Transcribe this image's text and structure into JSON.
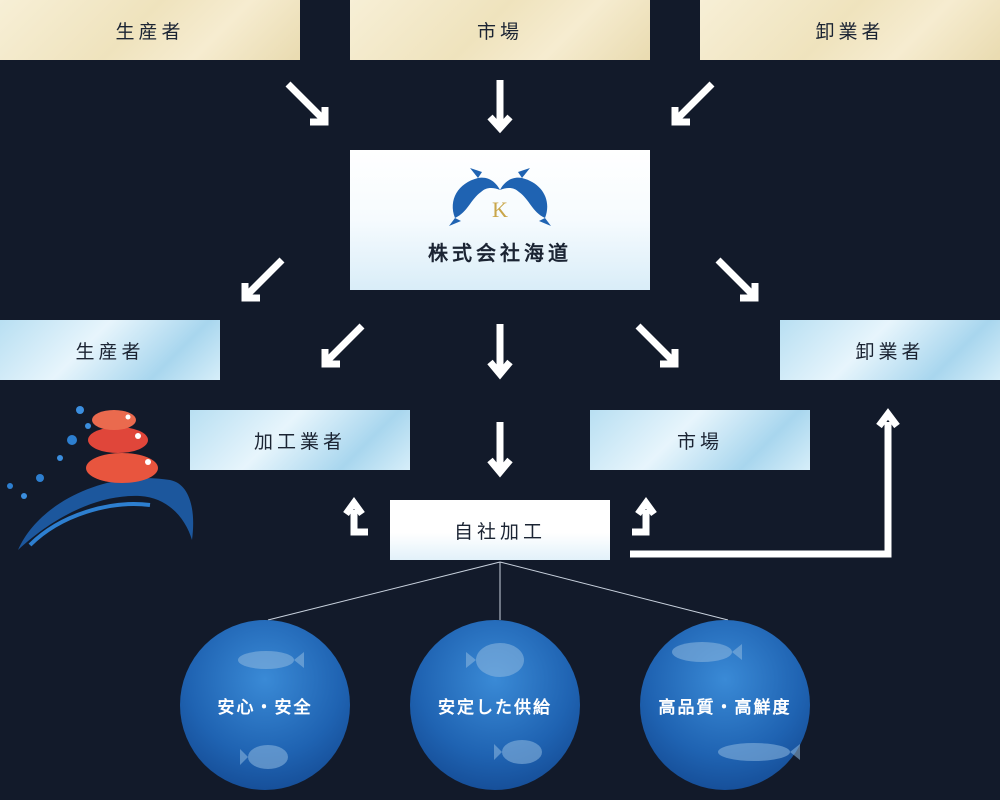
{
  "top_row": {
    "producer": "生産者",
    "market": "市場",
    "wholesaler": "卸業者"
  },
  "company": {
    "logo_letter": "K",
    "name": "株式会社海道"
  },
  "middle_row": {
    "producer": "生産者",
    "wholesaler": "卸業者"
  },
  "lower_row": {
    "processor": "加工業者",
    "market": "市場"
  },
  "in_house": "自社加工",
  "benefits": [
    "安心・安全",
    "安定した供給",
    "高品質・高鮮度"
  ],
  "colors": {
    "background": "#121a2a",
    "arrow": "#ffffff",
    "gold": "#f3e8c8",
    "logo_gold": "#c9a64a",
    "fish_blue": "#1f63b2"
  }
}
